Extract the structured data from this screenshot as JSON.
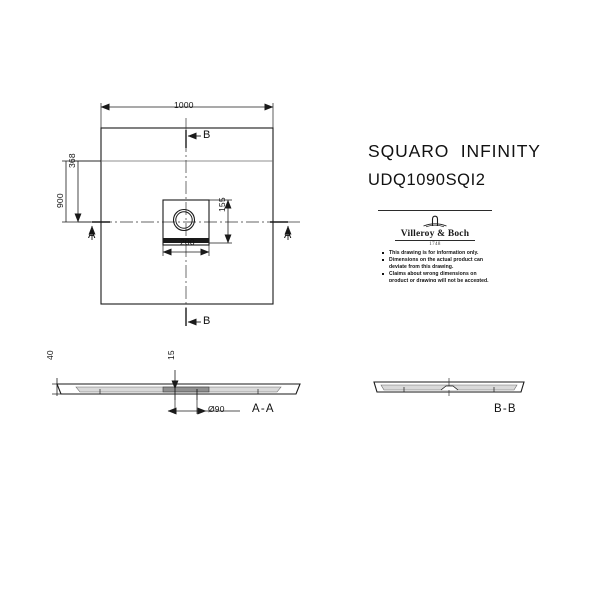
{
  "sheet": {
    "background": "#ffffff",
    "line_color": "#1a1a1a"
  },
  "title_block": {
    "product_name": "SQUARO  INFINITY",
    "product_code": "UDQ1090SQI2"
  },
  "brand_block": {
    "wordmark": "Villeroy & Boch",
    "founded_year": "1748",
    "disclaimers": [
      "This drawing is for information only.",
      "Dimensions on the actual product can deviate from this drawing.",
      "Claims about wrong dimensions on product or drawing will not be accepted."
    ]
  },
  "plan_view": {
    "dimensions": {
      "width_overall": "1000",
      "height_overall": "900",
      "drain_offset_top": "368",
      "drain_box_width": "200",
      "drain_box_height": "155"
    },
    "section_markers": {
      "b_top": "B",
      "b_bottom": "B",
      "a_left": "A",
      "a_right": "A"
    }
  },
  "section_aa": {
    "label": "A-A",
    "dimensions": {
      "total_height": "40",
      "drain_depth": "15",
      "drain_diameter": "Ø90"
    }
  },
  "section_bb": {
    "label": "B-B"
  }
}
